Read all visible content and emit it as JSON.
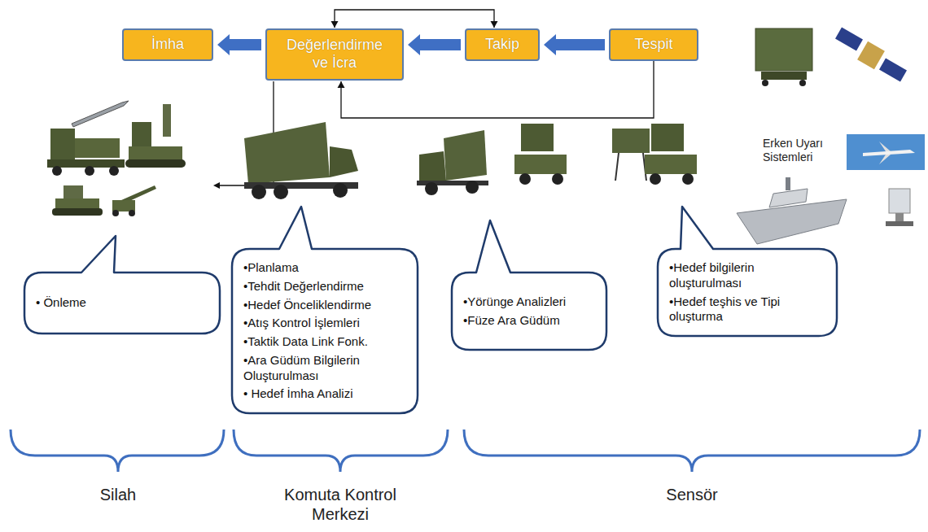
{
  "diagram": {
    "nodes": [
      {
        "text": [
          "İmha"
        ]
      },
      {
        "text": [
          "Değerlendirme ve İcra"
        ]
      },
      {
        "text": [
          "Takip"
        ]
      },
      {
        "text": [
          "Tespit"
        ]
      },
      {
        "text": [
          "• Önleme"
        ]
      },
      {
        "text": [
          "•Planlama",
          "•Tehdit Değerlendirme",
          "•Hedef Önceliklendirme",
          "•Atış Kontrol İşlemleri",
          "•Taktik Data Link Fonk.",
          "•Ara Güdüm Bilgilerin Oluşturulması",
          "• Hedef İmha Analizi"
        ]
      },
      {
        "text": [
          "•Yörünge Analizleri",
          "•Füze Ara Güdüm"
        ]
      },
      {
        "text": [
          "•Hedef bilgilerin oluşturulması",
          "•Hedef teşhis ve Tipi oluşturma"
        ]
      }
    ],
    "edges": [
      {
        "from": 3,
        "to": 2,
        "arrow": "to"
      },
      {
        "from": 2,
        "to": 1,
        "arrow": "to"
      },
      {
        "from": 1,
        "to": 0,
        "arrow": "to"
      },
      {
        "from": 1,
        "to": 2,
        "arrow": "both"
      },
      {
        "from": 3,
        "to": 1,
        "arrow": "to"
      }
    ],
    "labels": [
      "Erken Uyarı Sistemleri",
      "Silah",
      "Komuta Kontrol Merkezi",
      "Sensör"
    ]
  }
}
